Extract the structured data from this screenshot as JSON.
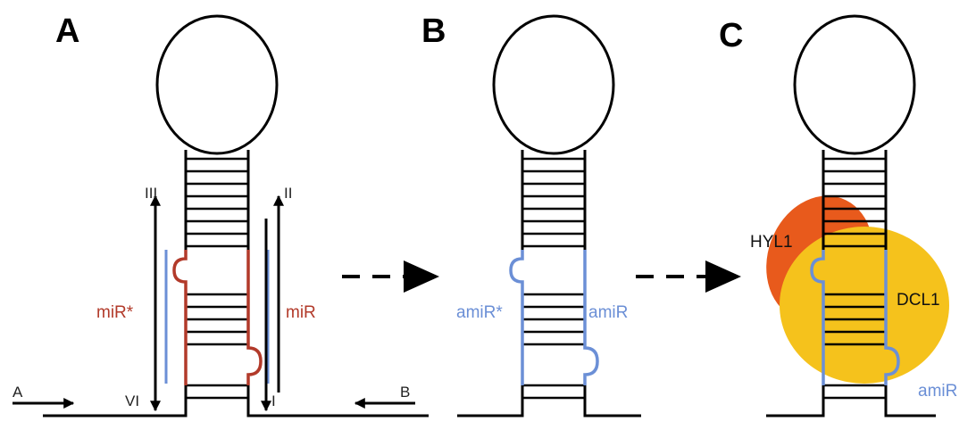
{
  "panels": {
    "a": {
      "letter": "A",
      "strand_labels": {
        "mir_star": "miR*",
        "mir": "miR"
      },
      "roman_labels": {
        "top_left": "III",
        "top_right": "II",
        "bottom_left": "VI",
        "bottom_right": "I"
      },
      "primer_labels": {
        "left": "A",
        "right": "B"
      }
    },
    "b": {
      "letter": "B",
      "strand_labels": {
        "amir_star": "amiR*",
        "amir": "amiR"
      }
    },
    "c": {
      "letter": "C",
      "protein_labels": {
        "hyl1": "HYL1",
        "dcl1": "DCL1"
      },
      "strand_labels": {
        "amir": "amiR"
      }
    }
  },
  "colors": {
    "stem": "#000000",
    "mirna_red": "#b23a2a",
    "amirna_blue": "#6b8fd6",
    "hyl1_orange": "#e85a1c",
    "dcl1_yellow": "#f5c21c"
  }
}
